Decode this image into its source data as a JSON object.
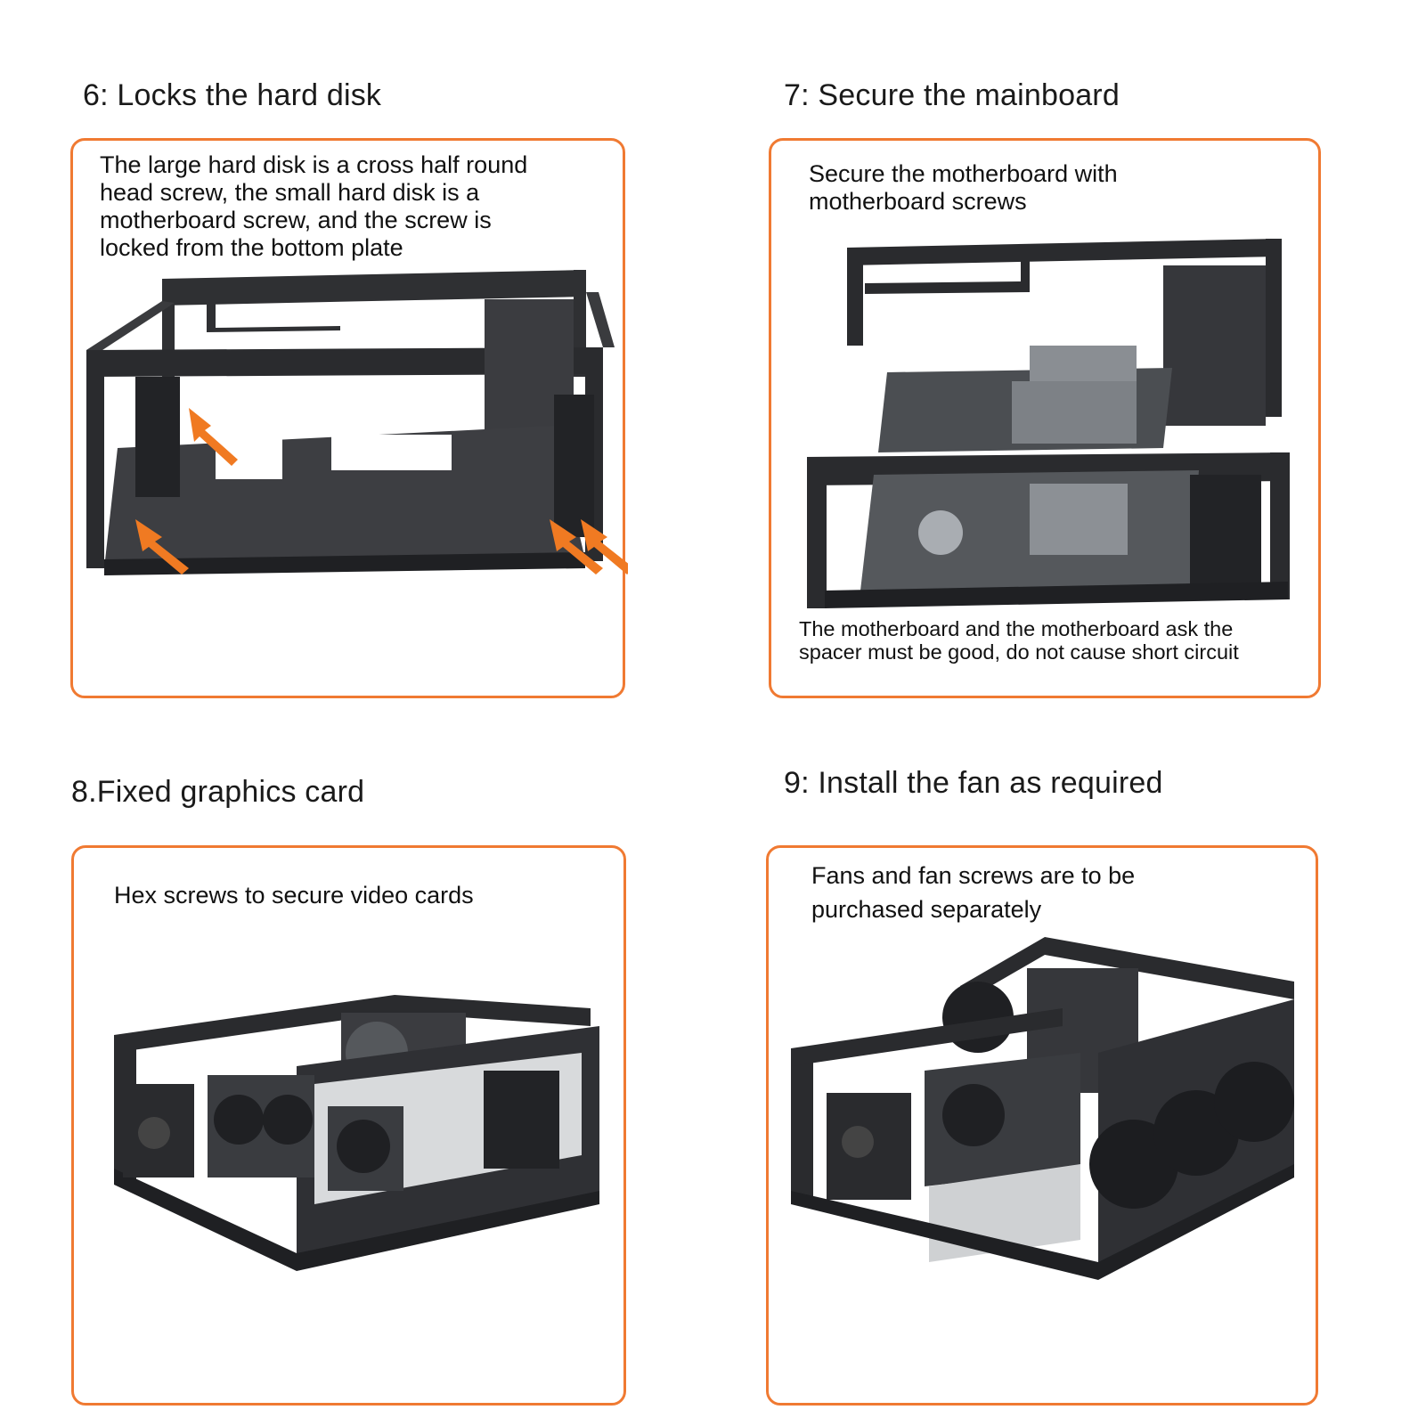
{
  "steps": [
    {
      "heading": "6: Locks the hard disk",
      "caption": "The large hard disk is a cross half round\n head screw, the small hard disk is a\nmotherboard screw, and the screw is\nlocked from the bottom plate"
    },
    {
      "heading": "7: Secure the mainboard",
      "caption": "Secure the motherboard with\nmotherboard screws",
      "note": "The motherboard and the motherboard ask the\nspacer must be good, do not cause short circuit"
    },
    {
      "heading": "8.Fixed graphics card",
      "caption": "Hex screws to secure video cards"
    },
    {
      "heading": "9: Install the fan as required",
      "caption": "Fans and fan screws are to be\npurchased separately"
    }
  ],
  "colors": {
    "accent_border": "#f07a32",
    "arrow": "#f07a22",
    "frame": "#2a2b2e"
  },
  "icons": {
    "arrow": "orange-arrow-icon",
    "case": "open-frame-case-illustration"
  }
}
